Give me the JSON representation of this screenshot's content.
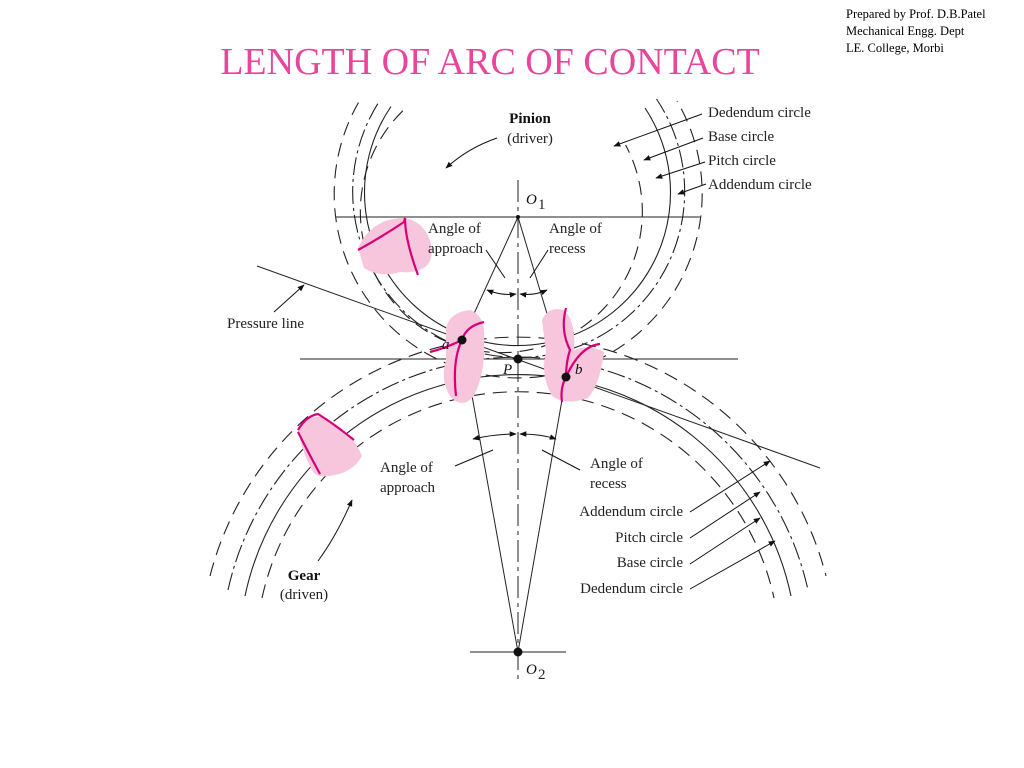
{
  "slide": {
    "title": "LENGTH OF ARC OF CONTACT",
    "credit": [
      "Prepared by Prof. D.B.Patel",
      "Mechanical Engg. Dept",
      "LE. College, Morbi"
    ]
  },
  "diagram": {
    "pinion": {
      "name": "Pinion",
      "role": "(driver)"
    },
    "gear": {
      "name": "Gear",
      "role": "(driven)"
    },
    "top_legend": [
      "Dedendum circle",
      "Base circle",
      "Pitch circle",
      "Addendum circle"
    ],
    "bottom_legend": [
      "Addendum circle",
      "Pitch circle",
      "Base circle",
      "Dedendum circle"
    ],
    "angle_approach_top": [
      "Angle of",
      "approach"
    ],
    "angle_recess_top": [
      "Angle of",
      "recess"
    ],
    "angle_approach_bottom": [
      "Angle of",
      "approach"
    ],
    "angle_recess_bottom": [
      "Angle of",
      "recess"
    ],
    "pressure_line": "Pressure line",
    "point_o1": "O",
    "point_o1_sub": "1",
    "point_o2": "O",
    "point_o2_sub": "2",
    "point_p": "P",
    "point_a": "a",
    "point_b": "b"
  },
  "colors": {
    "title": "#e8469a",
    "tooth_fill": "#f7c6dc",
    "tooth_outline": "#d6007a"
  }
}
